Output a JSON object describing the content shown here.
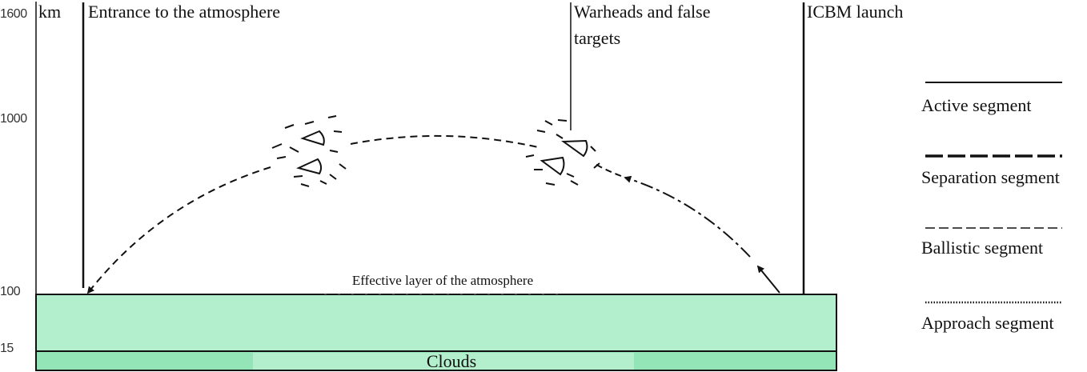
{
  "axis": {
    "unit": "km",
    "ticks": [
      "1600",
      "1000",
      "100",
      "15"
    ]
  },
  "labels": {
    "entrance": "Entrance to the atmosphere",
    "warheads_line1": "Warheads and false",
    "warheads_line2": "targets",
    "icbm": "ICBM launch",
    "effective_layer": "Effective layer of the atmosphere",
    "clouds": "Clouds"
  },
  "legend": [
    {
      "label": "Active segment",
      "style": "solid"
    },
    {
      "label": "Separation segment",
      "style": "long-dash"
    },
    {
      "label": "Ballistic segment",
      "style": "dash"
    },
    {
      "label": "Approach segment",
      "style": "dotted"
    }
  ],
  "colors": {
    "atmosphere_fill": "#b3efcc",
    "clouds_fill": "#93e4b7",
    "line": "#111111"
  }
}
